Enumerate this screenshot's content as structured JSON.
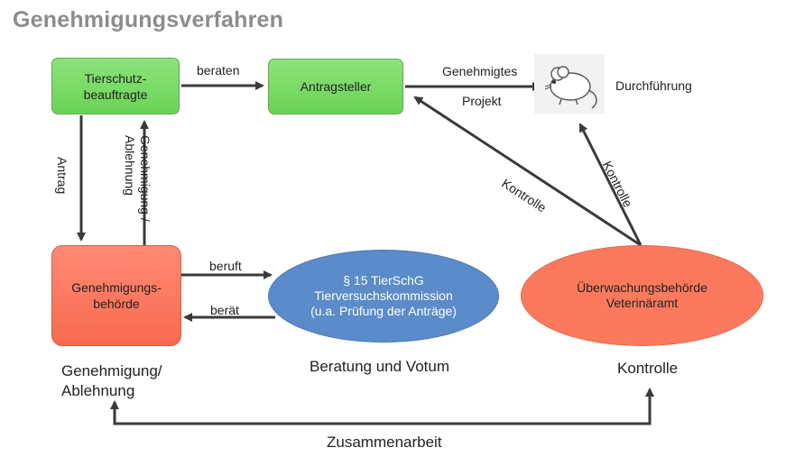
{
  "title": "Genehmigungsverfahren",
  "nodes": {
    "tierschutz": "Tierschutz-\nbeauftragte",
    "antragsteller": "Antragsteller",
    "genehmigungsbehoerde": "Genehmigungs-\nbehörde",
    "kommission": "§ 15 TierSchG\nTierversuchskommission\n(u.a. Prüfung  der Anträge)",
    "ueberwachung": "Überwachungsbehörde\nVeterinäramt",
    "durchfuehrung": "Durchführung"
  },
  "edges": {
    "beraten": "beraten",
    "genehmigtes": "Genehmigtes",
    "projekt": "Projekt",
    "antrag": "Antrag",
    "genehmigung_ablehnung": "Genehmigung /\nAblehnung",
    "beruft": "beruft",
    "beraet": "berät",
    "kontrolle_1": "Kontrolle",
    "kontrolle_2": "Kontrolle"
  },
  "captions": {
    "genehmigung": "Genehmigung/\nAblehnung",
    "beratung": "Beratung und Votum",
    "kontrolle": "Kontrolle",
    "zusammenarbeit": "Zusammenarbeit"
  },
  "colors": {
    "green_box": "#7bdc66",
    "red_box": "#fa7a5e",
    "blue_ellipse": "#5b8bc9",
    "arrow": "#3a3a3a",
    "title": "#8c8c8c"
  },
  "icons": {
    "mouse": "mouse-icon"
  }
}
